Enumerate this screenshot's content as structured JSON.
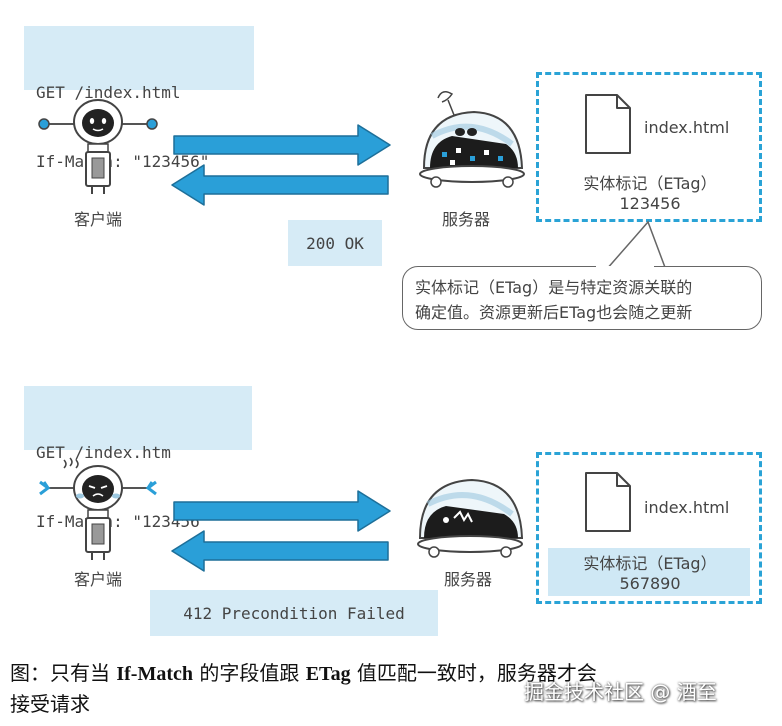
{
  "top": {
    "request_line1": "GET /index.html",
    "request_line2": "If-Match: \"123456\"",
    "client_label": "客户端",
    "server_label": "服务器",
    "response": "200 OK",
    "file_name": "index.html",
    "etag_label": "实体标记（ETag）",
    "etag_value": "123456",
    "callout_line1": "实体标记（ETag）是与特定资源关联的",
    "callout_line2": "确定值。资源更新后ETag也会随之更新"
  },
  "bottom": {
    "request_line1": "GET /index.htm",
    "request_line2": "If-Match: \"123456\"",
    "client_label": "客户端",
    "server_label": "服务器",
    "response": "412 Precondition Failed",
    "file_name": "index.html",
    "etag_label": "实体标记（ETag）",
    "etag_value": "567890"
  },
  "caption": {
    "prefix": "图：只有当 ",
    "kw1": "If-Match",
    "mid1": " 的字段值跟 ",
    "kw2": "ETag",
    "mid2": " 值匹配一致时，服务器才会",
    "line2": "接受请求"
  },
  "watermark": "掘金技术社区 @ 酒至",
  "colors": {
    "accent": "#2aa3d6",
    "box_fill": "#d6ebf6",
    "highlight": "#cfe8f5",
    "arrow": "#2a9fd8"
  },
  "icons": {
    "client": "robot-icon",
    "server": "dome-server-icon",
    "file": "document-icon"
  }
}
